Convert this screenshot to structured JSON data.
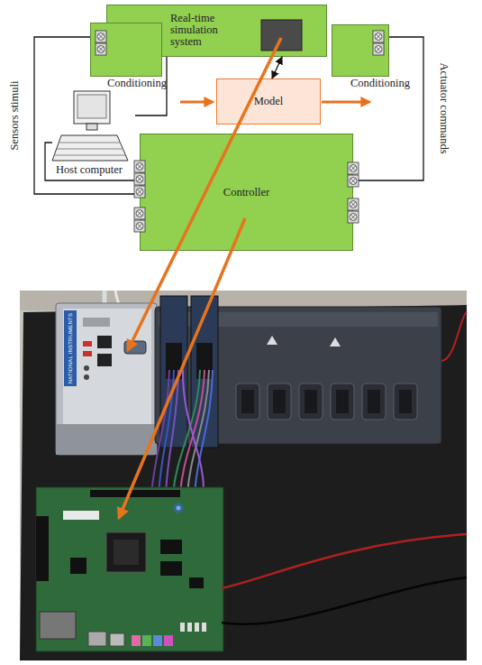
{
  "diagram": {
    "nodes": [
      {
        "text": [
          "Real-time simulation system"
        ]
      },
      {
        "text": [
          "Conditioning"
        ]
      },
      {
        "text": [
          "Conditioning"
        ]
      },
      {
        "text": [
          "Model"
        ]
      },
      {
        "text": [
          "Host computer"
        ]
      },
      {
        "text": [
          "Controller"
        ]
      }
    ],
    "edges": [
      {
        "from": 3,
        "to": 0,
        "arrow": "both"
      },
      {
        "from": 1,
        "to": 5,
        "label": "Sensors stimuli",
        "arrow": "none"
      },
      {
        "from": 5,
        "to": 2,
        "label": "Actuator commands",
        "arrow": "none"
      },
      {
        "from": 4,
        "to": 0,
        "arrow": "none"
      },
      {
        "from": 4,
        "to": 5,
        "arrow": "none"
      }
    ],
    "labels": [
      "NATIONAL INSTRUMENTS"
    ]
  }
}
